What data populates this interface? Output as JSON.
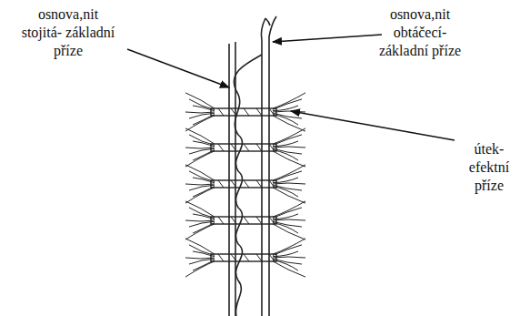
{
  "diagram": {
    "labels": [
      "osnova,nit stojitá- základní příze",
      "osnova,nit obtáčecí- základní příze",
      "útek- efektní příze"
    ]
  }
}
